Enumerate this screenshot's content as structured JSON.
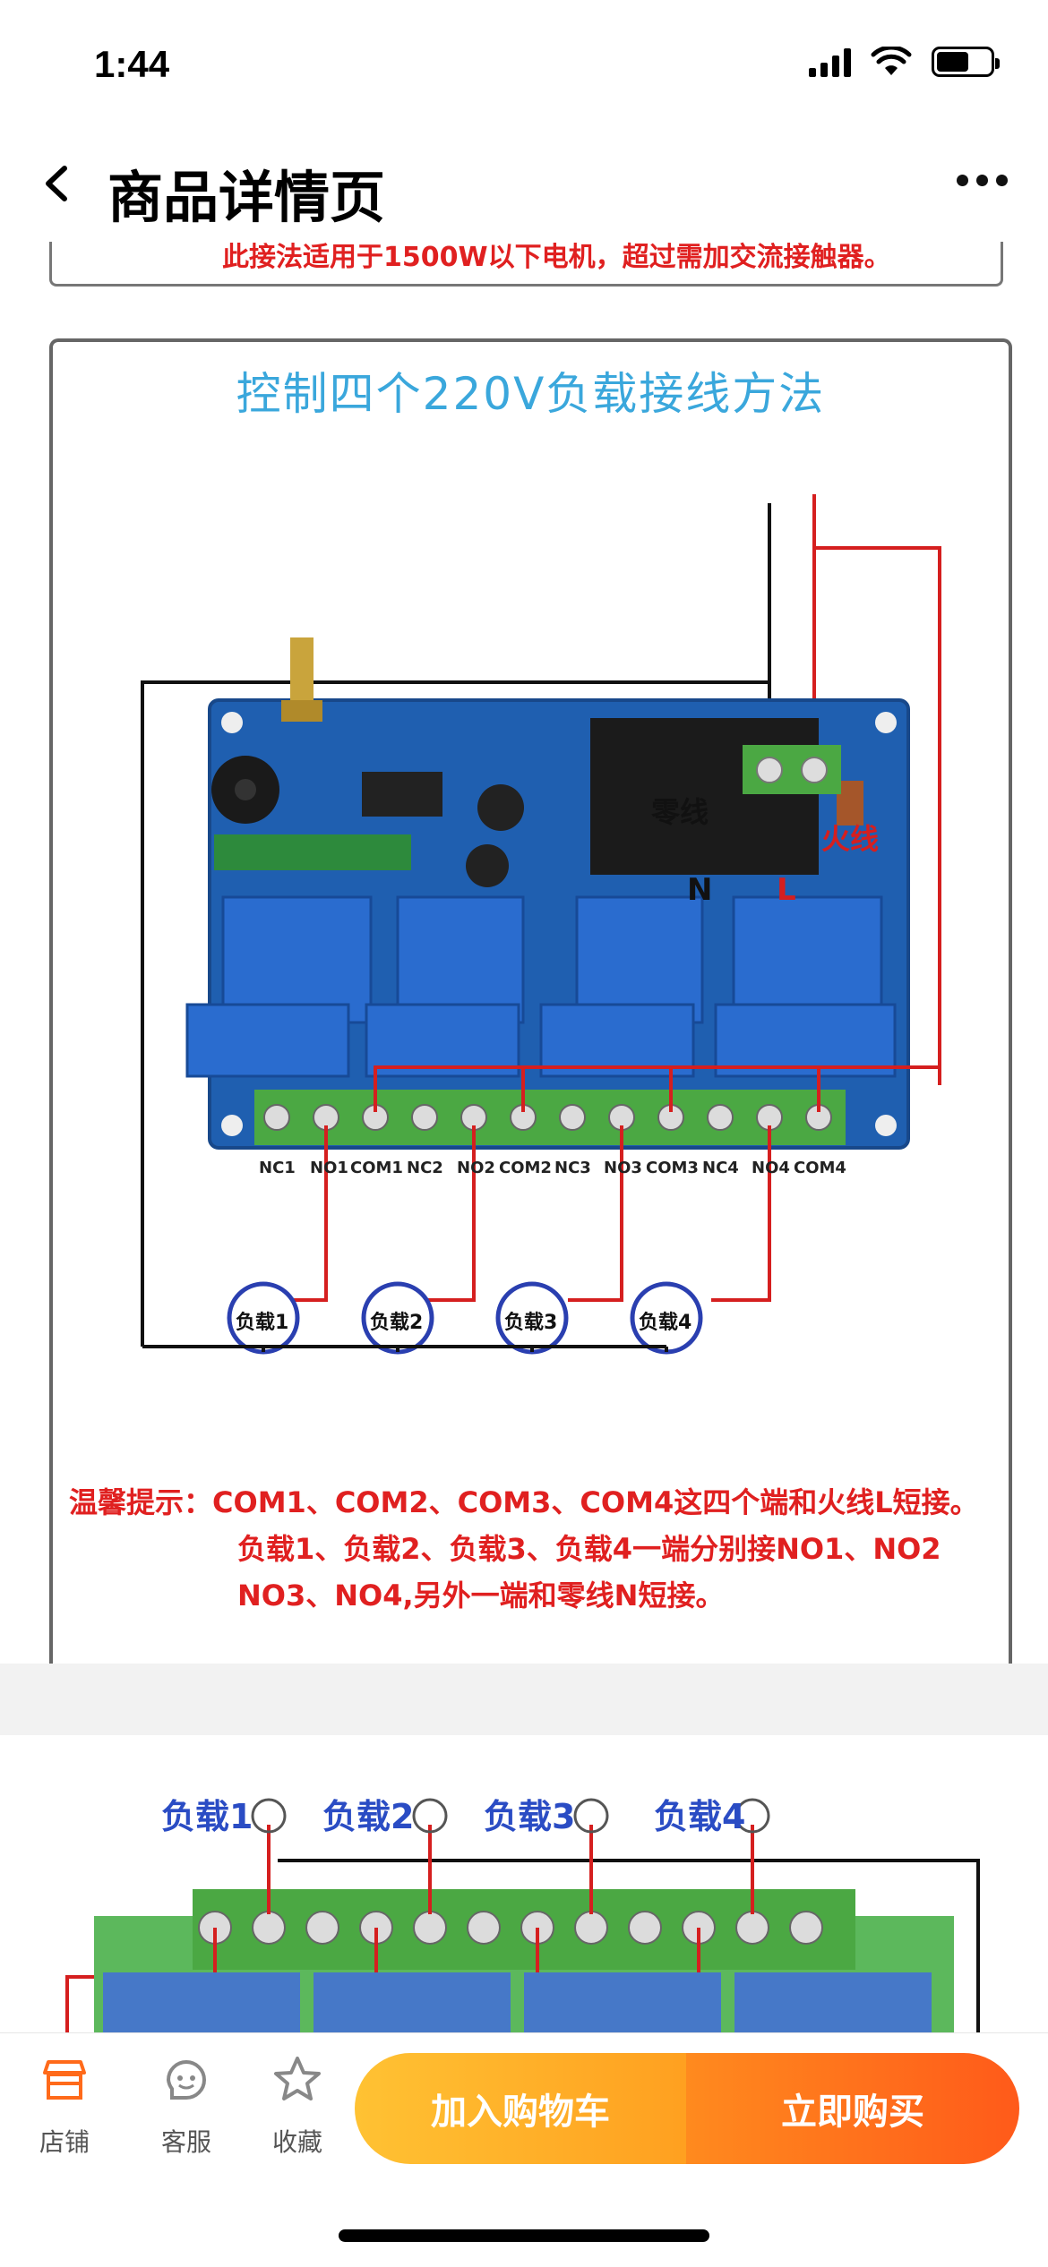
{
  "status_bar": {
    "time": "1:44"
  },
  "nav": {
    "title": "商品详情页"
  },
  "detail": {
    "top_strip_text": "此接法适用于1500W以下电机，超过需加交流接触器。",
    "panel_title": "控制四个220V负载接线方法",
    "wire_labels": {
      "neutral": "零线",
      "live": "火线",
      "n": "N",
      "l": "L"
    },
    "terminals": [
      "NC1",
      "NO1",
      "COM1",
      "NC2",
      "NO2",
      "COM2",
      "NC3",
      "NO3",
      "COM3",
      "NC4",
      "NO4",
      "COM4"
    ],
    "loads": [
      "负载1",
      "负载2",
      "负载3",
      "负载4"
    ],
    "tip_label": "温馨提示：",
    "tip_lines": [
      "COM1、COM2、COM3、COM4这四个端和火线L短接。",
      "负载1、负载2、负载3、负载4一端分别接NO1、NO2",
      "NO3、NO4,另外一端和零线N短接。"
    ],
    "second_loads": [
      "负载1",
      "负载2",
      "负载3",
      "负载4"
    ]
  },
  "action_bar": {
    "tabs": [
      {
        "label": "店铺",
        "icon": "store-icon"
      },
      {
        "label": "客服",
        "icon": "customer-service-icon"
      },
      {
        "label": "收藏",
        "icon": "star-icon"
      }
    ],
    "add_to_cart": "加入购物车",
    "buy_now": "立即购买"
  }
}
